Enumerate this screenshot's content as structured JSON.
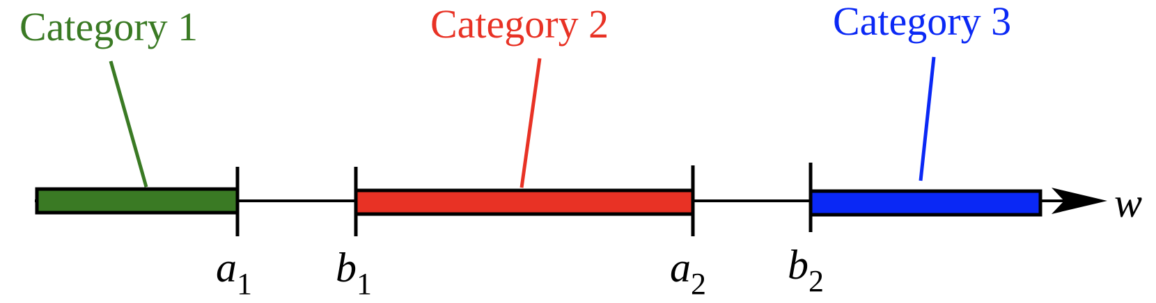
{
  "diagram": {
    "axis_label": "w",
    "categories": [
      {
        "label": "Category 1",
        "color": "#3a7a24"
      },
      {
        "label": "Category 2",
        "color": "#e83225"
      },
      {
        "label": "Category 3",
        "color": "#0a28f5"
      }
    ],
    "ticks": [
      {
        "var": "a",
        "sub": "1"
      },
      {
        "var": "b",
        "sub": "1"
      },
      {
        "var": "a",
        "sub": "2"
      },
      {
        "var": "b",
        "sub": "2"
      }
    ]
  }
}
